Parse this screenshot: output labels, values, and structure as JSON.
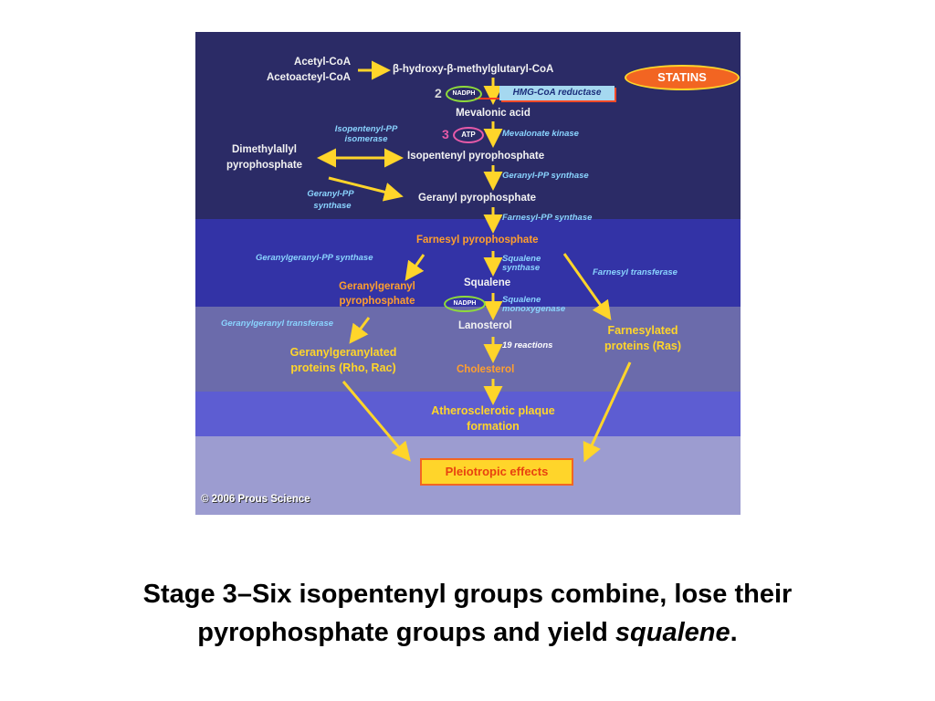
{
  "diagram": {
    "colors": {
      "band1": "#2b2b66",
      "band2": "#3333a6",
      "band3": "#6b6bab",
      "band4": "#5d5dd2",
      "band5": "#9c9cd0",
      "arrow": "#ffd52a"
    },
    "nodes": {
      "acetyl_coa": "Acetyl-CoA",
      "acetoacetyl_coa": "Acetoacteyl-CoA",
      "hmg_coa": "β-hydroxy-β-methylglutaryl-CoA",
      "mevalonic_acid": "Mevalonic acid",
      "dimethylallyl_pp_1": "Dimethylallyl",
      "dimethylallyl_pp_2": "pyrophosphate",
      "isopentenyl_pp": "Isopentenyl pyrophosphate",
      "geranyl_pp": "Geranyl pyrophosphate",
      "farnesyl_pp": "Farnesyl pyrophosphate",
      "squalene": "Squalene",
      "geranylgeranyl_pp_1": "Geranylgeranyl",
      "geranylgeranyl_pp_2": "pyrophosphate",
      "lanosterol": "Lanosterol",
      "cholesterol": "Cholesterol",
      "ggylated_1": "Geranylgeranylated",
      "ggylated_2": "proteins (Rho, Rac)",
      "farnesylated_1": "Farnesylated",
      "farnesylated_2": "proteins (Ras)",
      "athero_1": "Atherosclerotic plaque",
      "athero_2": "formation",
      "pleiotropic": "Pleiotropic effects"
    },
    "enzymes": {
      "hmg_reductase": "HMG-CoA reductase",
      "mevalonate_kinase": "Mevalonate kinase",
      "ipp_isomerase_1": "Isopentenyl-PP",
      "ipp_isomerase_2": "isomerase",
      "geranyl_synthase_right": "Geranyl-PP synthase",
      "geranyl_synthase_left_1": "Geranyl-PP",
      "geranyl_synthase_left_2": "synthase",
      "farnesyl_synthase": "Farnesyl-PP synthase",
      "gg_synthase": "Geranylgeranyl-PP synthase",
      "squalene_synthase_1": "Squalene",
      "squalene_synthase_2": "synthase",
      "farnesyl_transferase": "Farnesyl transferase",
      "squalene_mono_1": "Squalene",
      "squalene_mono_2": "monoxygenase",
      "gg_transferase": "Geranylgeranyl transferase",
      "nineteen_reactions": "19 reactions"
    },
    "cofactors": {
      "nadph_count": "2",
      "nadph": "NADPH",
      "atp_count": "3",
      "atp": "ATP",
      "nadph_squalene": "NADPH"
    },
    "statins": "STATINS",
    "copyright": "© 2006 Prous Science"
  },
  "caption": {
    "line1": "Stage 3–Six isopentenyl groups combine, lose their",
    "line2_prefix": "pyrophosphate groups and yield ",
    "line2_italic": "squalene",
    "line2_suffix": "."
  }
}
